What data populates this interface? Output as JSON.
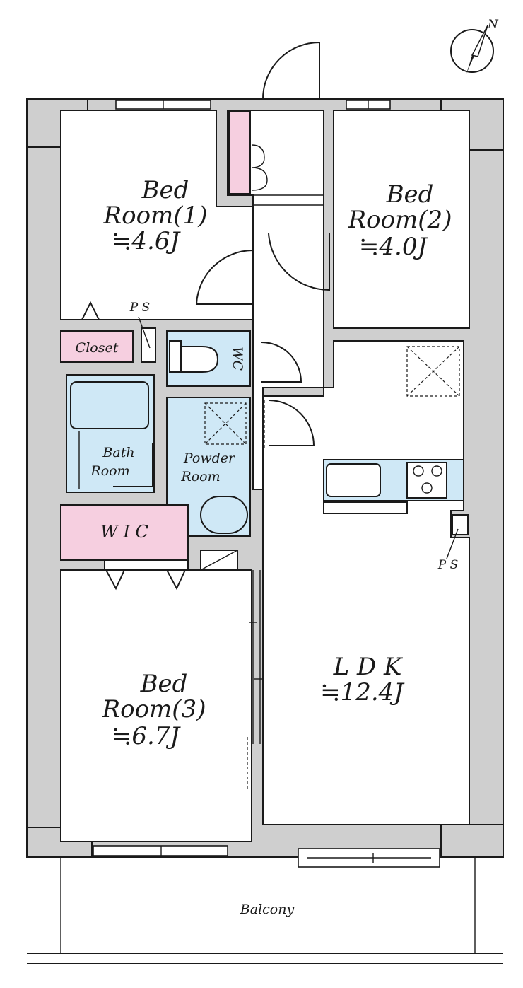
{
  "compass": {
    "label": "N"
  },
  "rooms": {
    "bedroom1": {
      "name_line1": "Bed",
      "name_line2": "Room(1)",
      "area": "≒4.6J"
    },
    "bedroom2": {
      "name_line1": "Bed",
      "name_line2": "Room(2)",
      "area": "≒4.0J"
    },
    "bedroom3": {
      "name_line1": "Bed",
      "name_line2": "Room(3)",
      "area": "≒6.7J"
    },
    "ldk": {
      "name": "L D K",
      "area": "≒12.4J"
    },
    "closet": {
      "name": "Closet"
    },
    "wc": {
      "name": "WC"
    },
    "bath": {
      "name_line1": "Bath",
      "name_line2": "Room"
    },
    "powder": {
      "name_line1": "Powder",
      "name_line2": "Room"
    },
    "wic": {
      "name": "W I C"
    },
    "balcony": {
      "name": "Balcony"
    }
  },
  "labels": {
    "ps_top": "P S",
    "ps_kitchen": "P S"
  },
  "colors": {
    "wall": "#cfcfcf",
    "wet_area": "#cfe8f6",
    "storage": "#f6cfe0"
  }
}
